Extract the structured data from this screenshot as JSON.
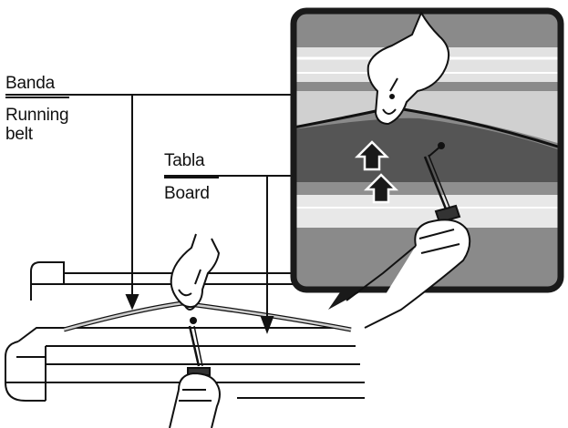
{
  "labels": {
    "belt_es": "Banda",
    "belt_en_line1": "Running",
    "belt_en_line2": "belt",
    "board_es": "Tabla",
    "board_en": "Board"
  },
  "colors": {
    "ink": "#111111",
    "inset_frame": "#1a1a1a",
    "board_dark": "#555555",
    "panel_grey": "#8a8a8a",
    "light_grey": "#d0d0d0"
  },
  "icons": [
    "hand-lifting-belt-icon",
    "hand-holding-probe-icon",
    "lift-arrow-icon"
  ]
}
